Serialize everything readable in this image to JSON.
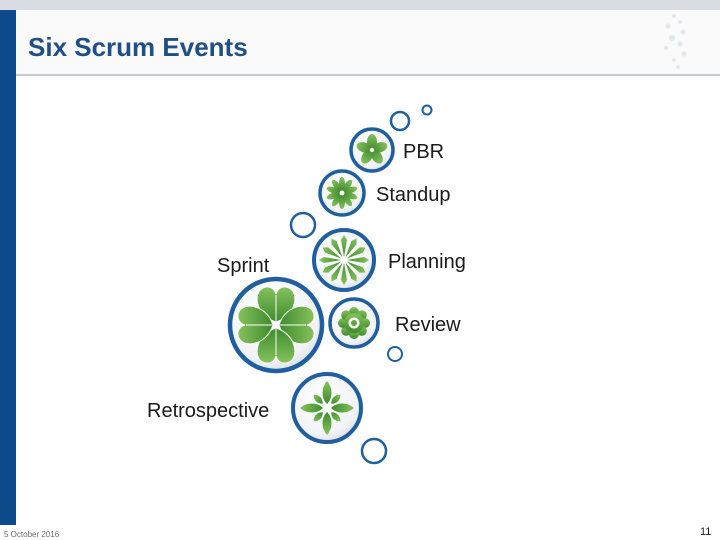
{
  "slide": {
    "title": "Six Scrum Events",
    "footer_date": "5 October 2016",
    "page_number": "11"
  },
  "events": {
    "pbr": "PBR",
    "standup": "Standup",
    "planning": "Planning",
    "sprint": "Sprint",
    "review": "Review",
    "retrospective": "Retrospective"
  },
  "colors": {
    "title": "#1f4f86",
    "side_bar": "#0d4a8a",
    "ring": "#1f5fa0",
    "leaf": "#5fa83f"
  }
}
